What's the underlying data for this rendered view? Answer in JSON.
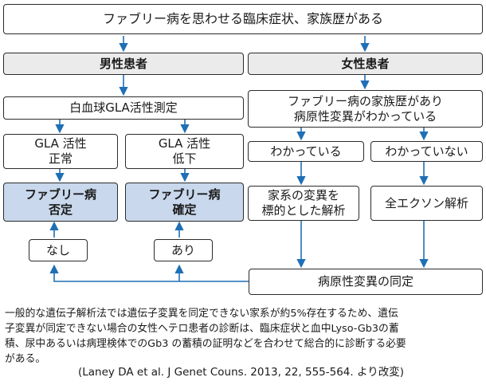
{
  "title_box": "ファブリー病を思わせる臨床症状、家族歴がある",
  "male": {
    "header": "男性患者",
    "test": "白血球GLA活性測定",
    "normal": "GLA 活性\n正常",
    "low": "GLA 活性\n低下",
    "negative": "ファブリー病\n否定",
    "confirmed": "ファブリー病\n確定",
    "none": "なし",
    "present": "あり"
  },
  "female": {
    "header": "女性患者",
    "question": "ファブリー病の家族歴があり\n病原性変異がわかっている",
    "known": "わかっている",
    "unknown": "わかっていない",
    "targeted": "家系の変異を\n標的とした解析",
    "exome": "全エクソン解析"
  },
  "identification": "病原性変異の同定",
  "note": "一般的な遺伝子解析法では遺伝子変異を同定できない家系が約5%存在するため、遺伝\n子変異が同定できない場合の女性ヘテロ患者の診断は、臨床症状と血中Lyso-Gb3の蓄\n積、尿中あるいは病理検体でのGb3 の蓄積の証明などを合わせて総合的に診断する必要\nがある。",
  "citation": "(Laney DA et al. J Genet Couns. 2013, 22, 555-564. より改変)",
  "colors": {
    "arrow": "#1f6fb5",
    "header_fill": "#ebebeb",
    "result_fill": "#c9d8ec",
    "border": "#2b2b2b"
  }
}
